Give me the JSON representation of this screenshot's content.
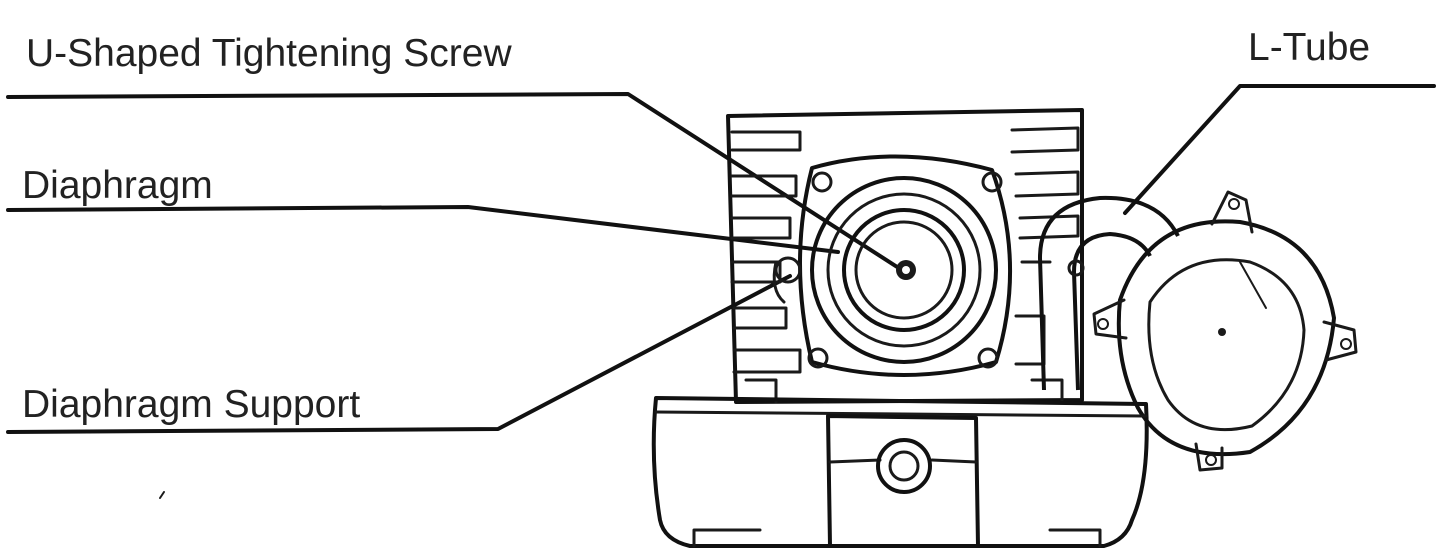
{
  "labels": {
    "u_shaped_screw": "U-Shaped Tightening Screw",
    "diaphragm": "Diaphragm",
    "diaphragm_support": "Diaphragm Support",
    "l_tube": "L-Tube"
  },
  "colors": {
    "ink": "#1a1a1a",
    "background": "#ffffff"
  }
}
